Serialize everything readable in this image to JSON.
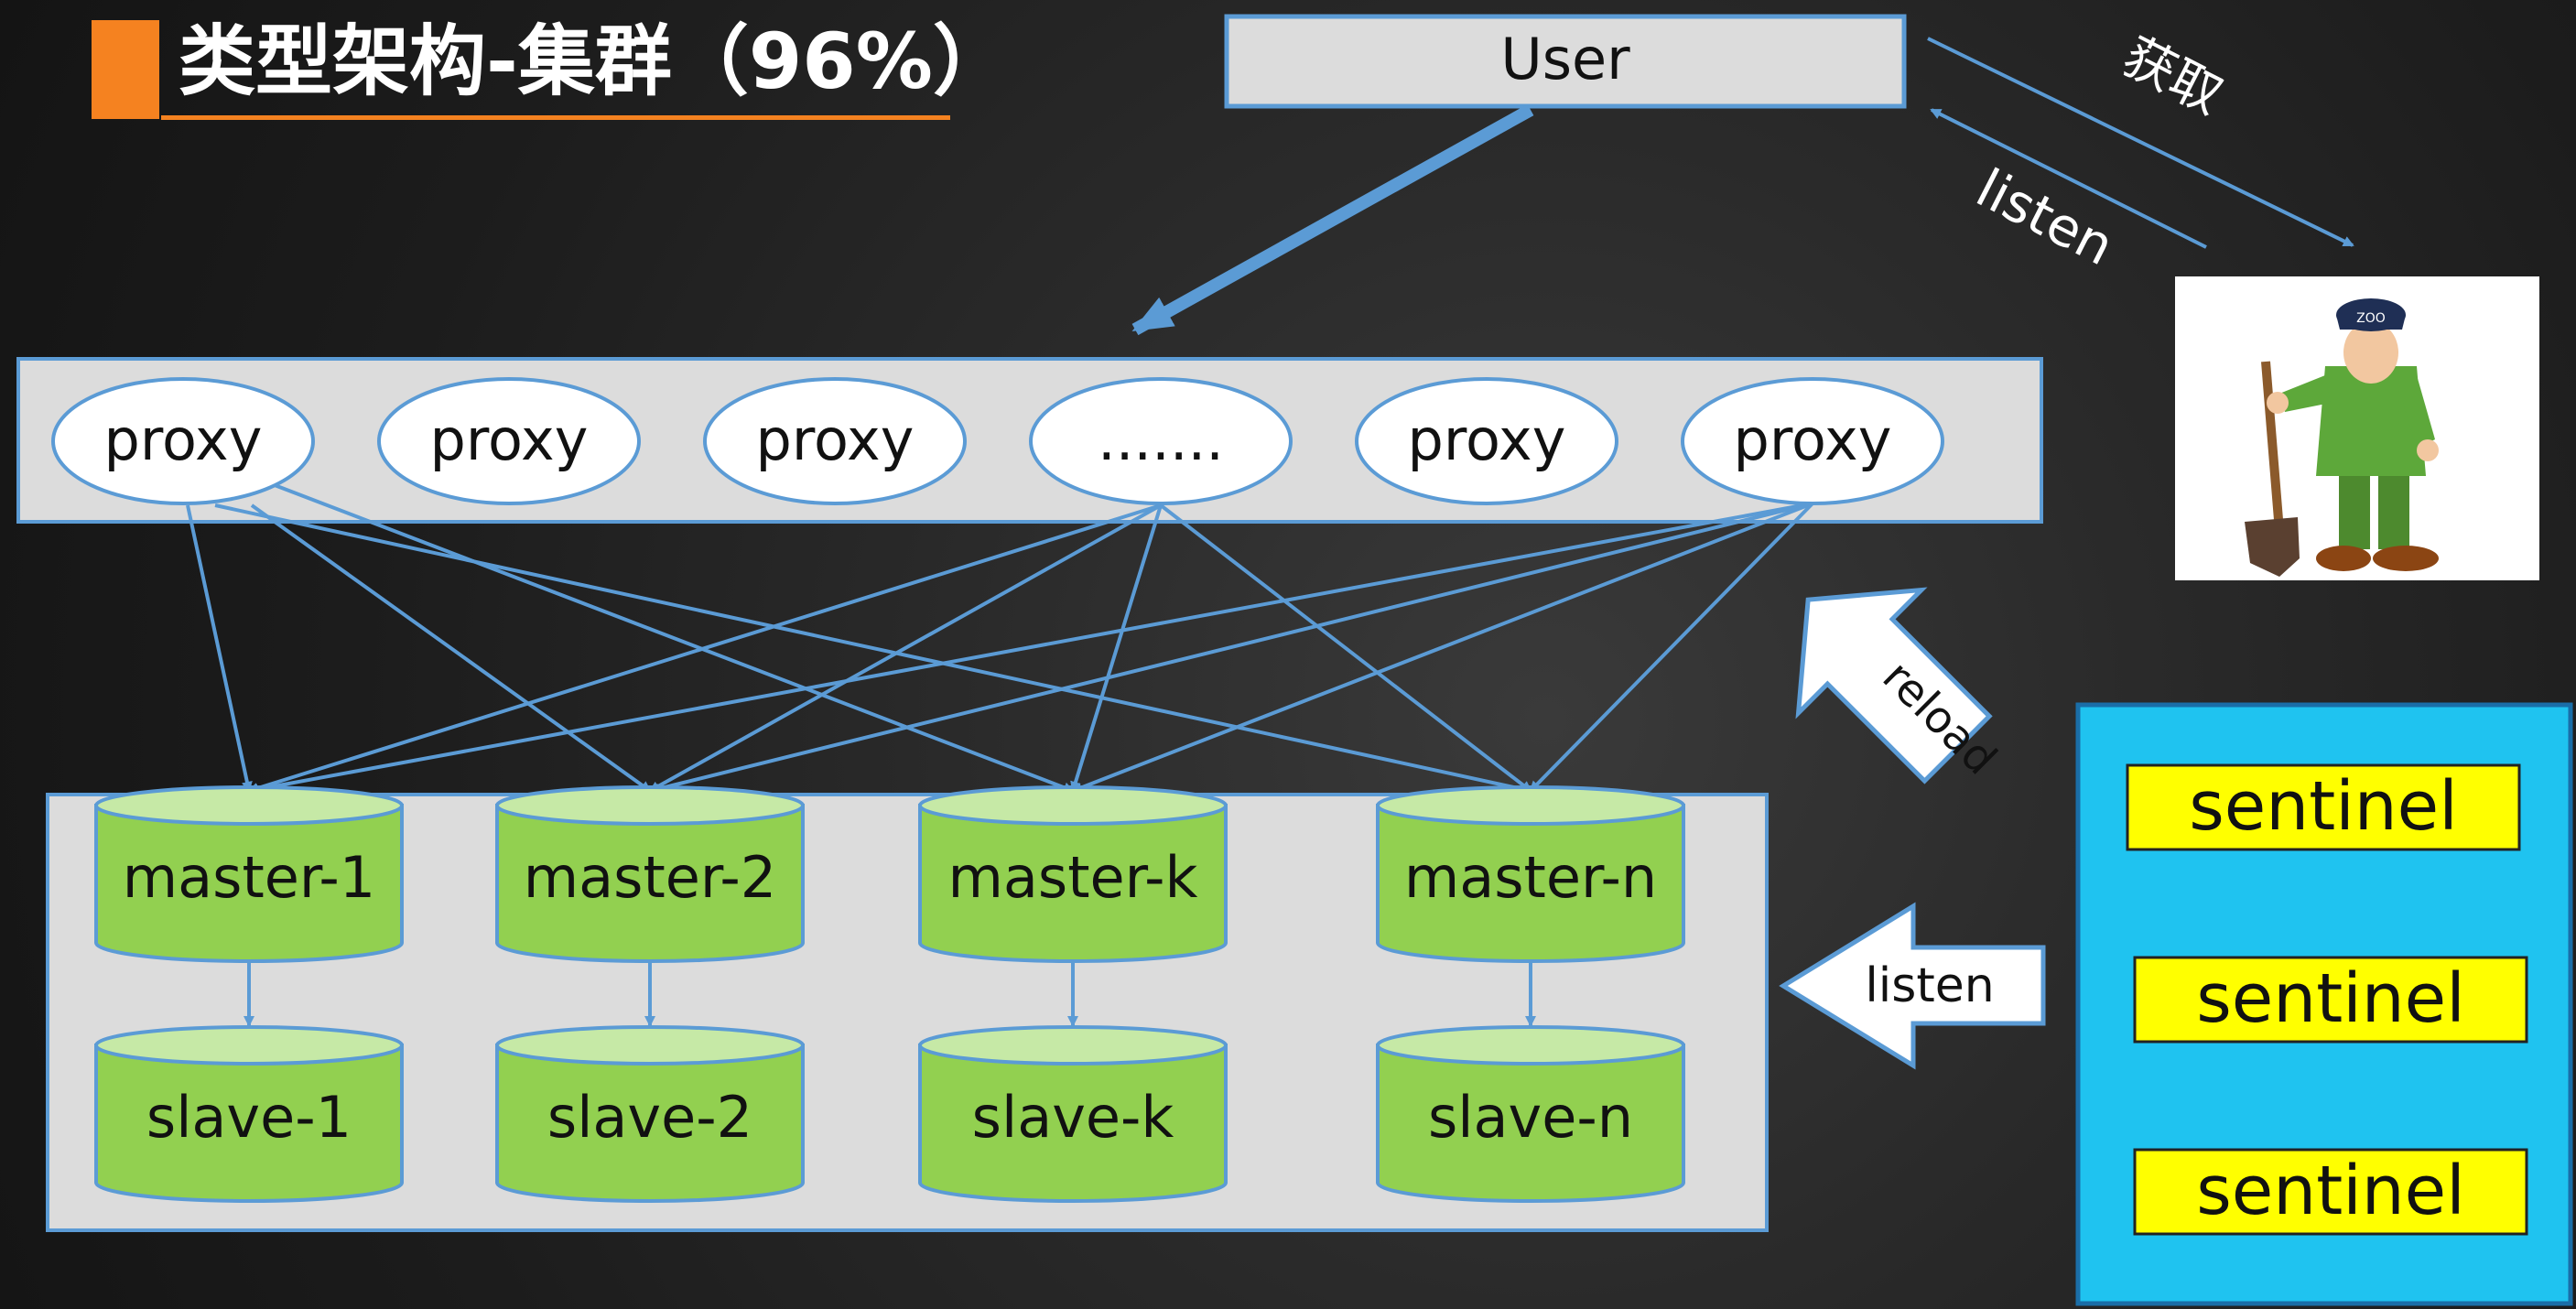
{
  "slide": {
    "title": "类型架构-集群（96%）"
  },
  "user_box": {
    "label": "User"
  },
  "arrow_labels": {
    "fetch": "获取",
    "listen_top": "listen",
    "reload": "reload",
    "listen_side": "listen"
  },
  "proxies": [
    "proxy",
    "proxy",
    "proxy",
    ".......",
    "proxy",
    "proxy"
  ],
  "masters": [
    "master-1",
    "master-2",
    "master-k",
    "master-n"
  ],
  "slaves": [
    "slave-1",
    "slave-2",
    "slave-k",
    "slave-n"
  ],
  "sentinels": [
    "sentinel",
    "sentinel",
    "sentinel"
  ],
  "colors": {
    "title_accent": "#f58220",
    "panel": "#dcdcdc",
    "panel_border": "#5b9bd5",
    "ellipse_fill": "#ffffff",
    "link": "#5b9bd5",
    "db_body": "#92d050",
    "db_top": "#c6e9a6",
    "sentinel_panel": "#1fc3f0",
    "sentinel_box": "#ffff00"
  },
  "illustration": {
    "icon": "zookeeper-mascot-icon",
    "hat_text": "ZOO"
  }
}
